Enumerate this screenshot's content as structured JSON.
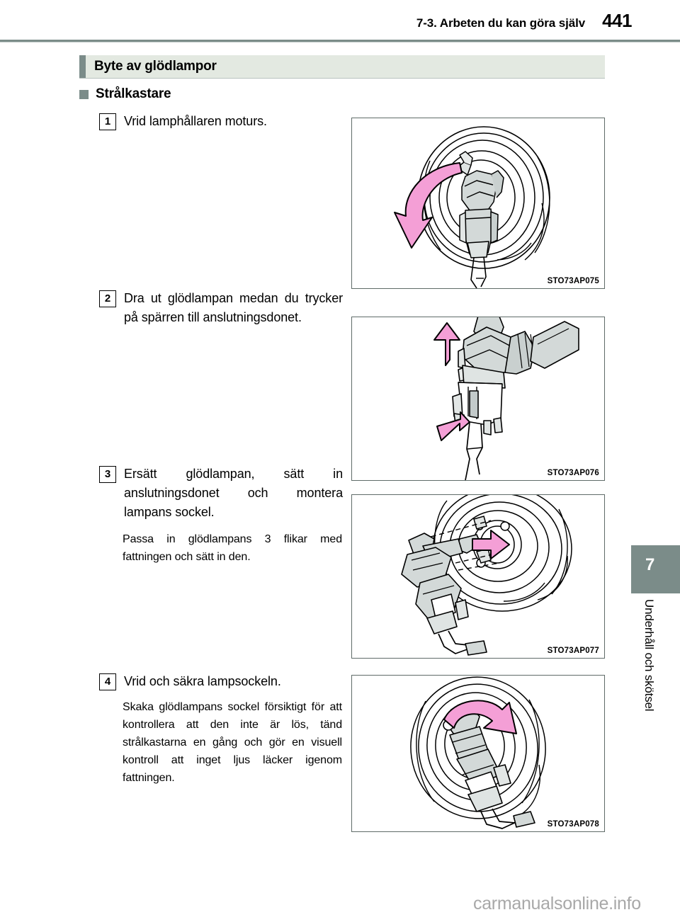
{
  "header": {
    "section": "7-3. Arbeten du kan göra själv",
    "page_number": "441"
  },
  "section_bar": {
    "title": "Byte av glödlampor"
  },
  "subsection": {
    "title": "Strålkastare"
  },
  "steps": [
    {
      "number": "1",
      "text": "Vrid lamphållaren moturs.",
      "note": ""
    },
    {
      "number": "2",
      "text": "Dra ut glödlampan medan du trycker på spärren till anslutningsdonet.",
      "note": ""
    },
    {
      "number": "3",
      "text": "Ersätt glödlampan, sätt in anslutningsdonet och montera lampans sockel.",
      "note": "Passa in glödlampans 3 flikar med fattningen och sätt in den."
    },
    {
      "number": "4",
      "text": "Vrid och säkra lampsockeln.",
      "note": "Skaka glödlampans sockel försiktigt för att kontrollera att den inte är lös, tänd strålkastarna en gång och gör en visuell kontroll att inget ljus läcker igenom fattningen."
    }
  ],
  "figures": [
    {
      "caption": "STO73AP075",
      "alt": "headlight-bulb-holder-turn-counterclockwise"
    },
    {
      "caption": "STO73AP076",
      "alt": "pull-bulb-while-pressing-connector-lock"
    },
    {
      "caption": "STO73AP077",
      "alt": "insert-bulb-align-three-tabs-with-socket"
    },
    {
      "caption": "STO73AP078",
      "alt": "turn-and-secure-bulb-socket"
    }
  ],
  "side_tab": {
    "number": "7",
    "label": "Underhåll och skötsel"
  },
  "footer": {
    "watermark": "carmanualsonline.info"
  },
  "colors": {
    "accent_gray": "#7b8c89",
    "bar_background": "#e3e9e1",
    "arrow_pink": "#f49fd6",
    "part_gray": "#d3d9d8"
  }
}
